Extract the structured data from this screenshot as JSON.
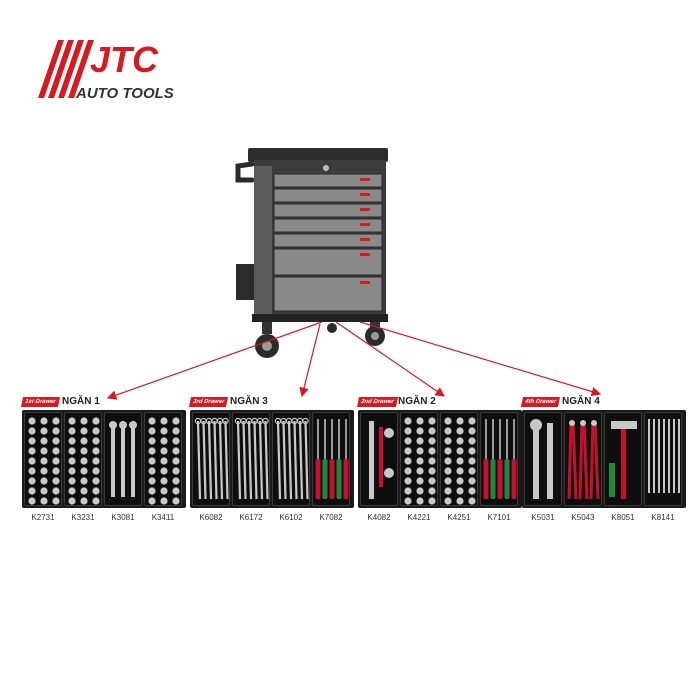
{
  "logo": {
    "brand": "JTC",
    "tagline": "AUTO TOOLS",
    "brand_color": "#d71920"
  },
  "cabinet": {
    "body_color": "#3c3c3c",
    "drawer_color": "#8a8a8a",
    "accent": "#d71920"
  },
  "groups": [
    {
      "badge": "1st Drawer",
      "title": "NGĂN 1",
      "codes": [
        "K2731",
        "K3231",
        "K3081",
        "K3411"
      ]
    },
    {
      "badge": "3rd Drawer",
      "title": "NGĂN 3",
      "codes": [
        "K6082",
        "K6172",
        "K6102",
        "K7082"
      ]
    },
    {
      "badge": "2nd Drawer",
      "title": "NGĂN 2",
      "codes": [
        "K4082",
        "K4221",
        "K4251",
        "K7101"
      ]
    },
    {
      "badge": "4th Drawer",
      "title": "NGĂN 4",
      "codes": [
        "K5031",
        "K5043",
        "K8051",
        "K8141"
      ]
    }
  ],
  "colors": {
    "arrow": "#d71920",
    "tray_bg": "#0e0e0e",
    "tool_metal": "#c9c9c9",
    "handle_red": "#c8102e",
    "handle_green": "#1f8a3a"
  }
}
